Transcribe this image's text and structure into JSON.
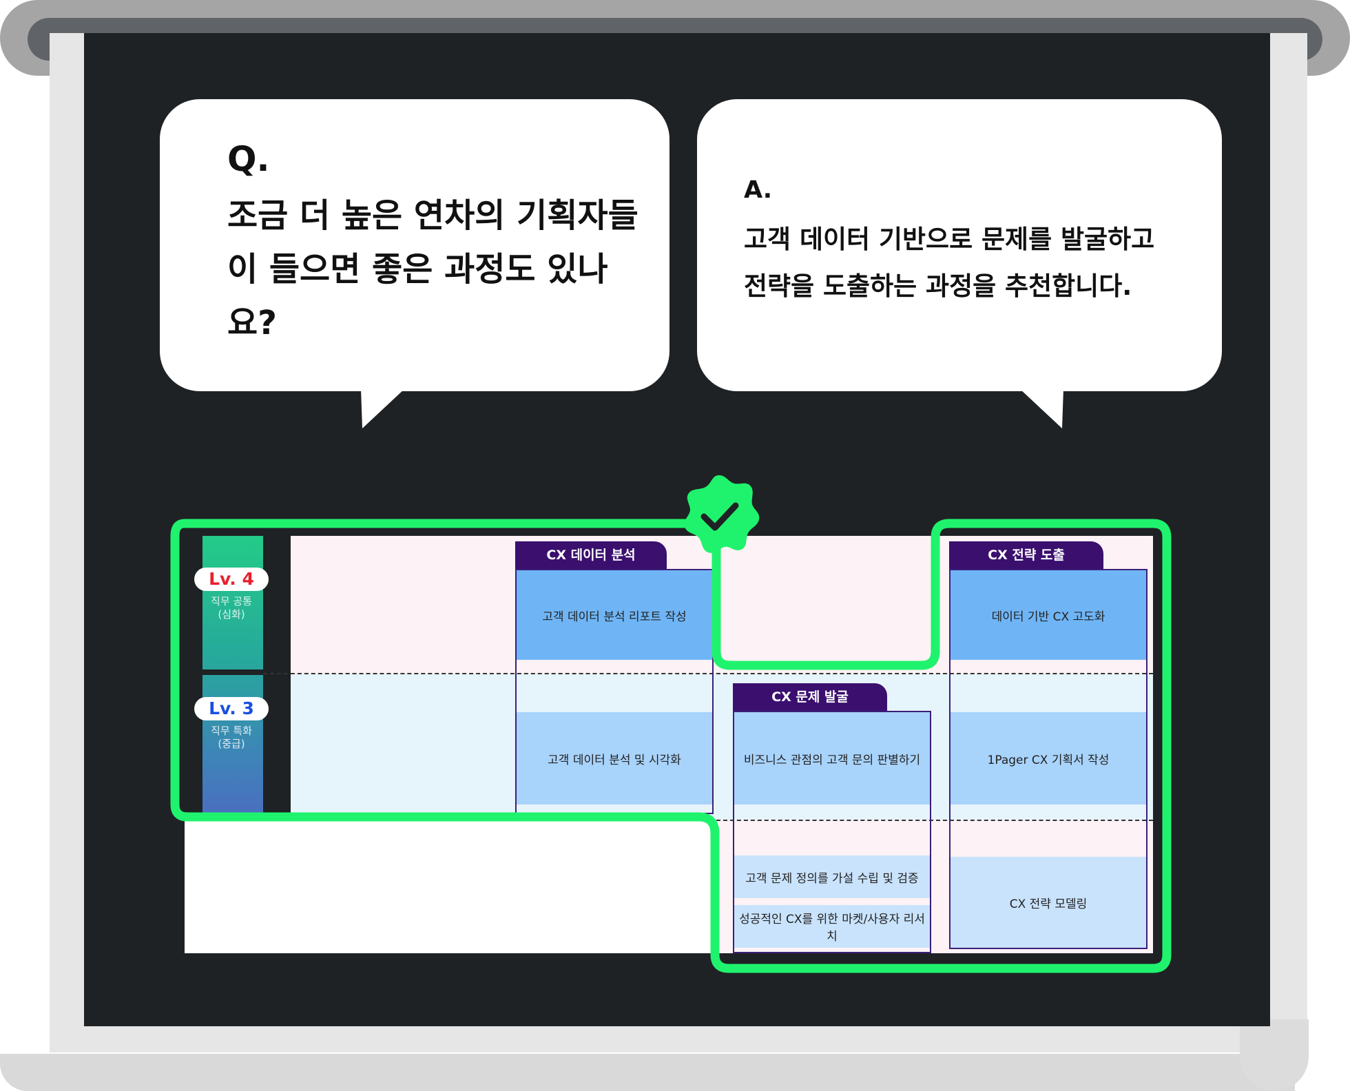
{
  "question": {
    "label": "Q.",
    "text": "조금 더 높은 연차의 기획자들이 들으면 좋은 과정도 있나요?"
  },
  "answer": {
    "label": "A.",
    "line1": "고객 데이터 기반으로 문제를 발굴하고",
    "line2": "전략을 도출하는 과정을 추천합니다."
  },
  "levels": [
    {
      "badge": "Lv. 4",
      "title": "직무 공통",
      "sub": "(심화)"
    },
    {
      "badge": "Lv. 3",
      "title": "직무 특화",
      "sub": "(중급)"
    }
  ],
  "columns": [
    {
      "tab": "CX 데이터 분석",
      "cells": [
        "고객 데이터 분석 리포트 작성",
        "고객 데이터 분석 및 시각화"
      ]
    },
    {
      "tab": "CX 문제 발굴",
      "cells": [
        "비즈니스 관점의 고객 문의 판별하기",
        "고객 문제 정의를 가설 수립 및 검증",
        "성공적인 CX를 위한 마켓/사용자 리서치"
      ]
    },
    {
      "tab": "CX 전략 도출",
      "cells": [
        "데이터 기반 CX 고도화",
        "1Pager CX 기획서 작성",
        "CX 전략 모델링"
      ]
    }
  ],
  "colors": {
    "highlight": "#1ff36d",
    "tab": "#3a0f6e",
    "screen": "#1f2225"
  }
}
